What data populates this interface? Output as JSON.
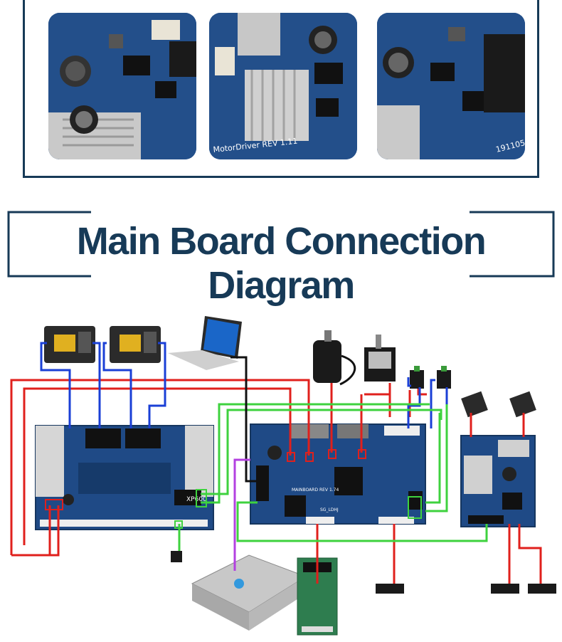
{
  "title": "Main Board Connection Diagram",
  "photos": [
    {
      "name": "photo-board-closeup-left"
    },
    {
      "name": "photo-board-closeup-middle",
      "caption": "MotorDriver REV 1.11"
    },
    {
      "name": "photo-board-closeup-right",
      "caption": "191105"
    }
  ],
  "diagram": {
    "left_board_model": "XP600",
    "main_board_label": "MAINBOARD REV 1.74",
    "main_board_sub": "SG_LDHJ",
    "colors": {
      "red": "#e0201c",
      "blue": "#1a3fd6",
      "green": "#3ed23e",
      "black": "#111111",
      "purple": "#b340e0",
      "frame": "#173a57"
    }
  }
}
